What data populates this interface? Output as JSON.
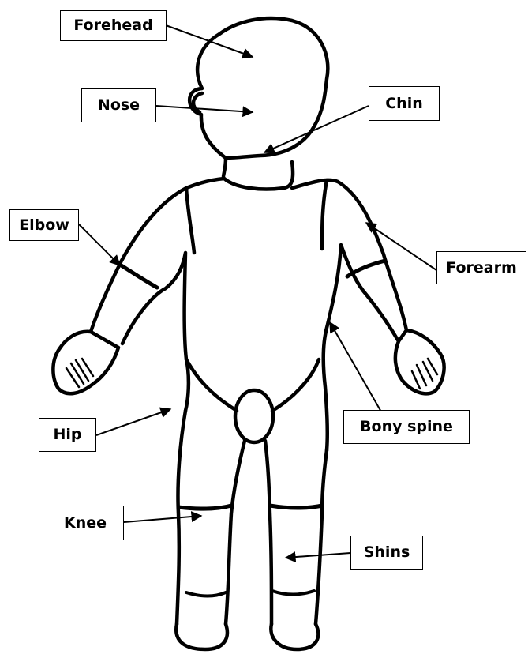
{
  "colors": {
    "line": "#000000",
    "box_border": "#000000",
    "box_fill": "#ffffff",
    "background": "#ffffff"
  },
  "labels": {
    "forehead": "Forehead",
    "nose": "Nose",
    "chin": "Chin",
    "elbow": "Elbow",
    "forearm": "Forearm",
    "hip": "Hip",
    "bony_spine": "Bony spine",
    "knee": "Knee",
    "shins": "Shins"
  }
}
